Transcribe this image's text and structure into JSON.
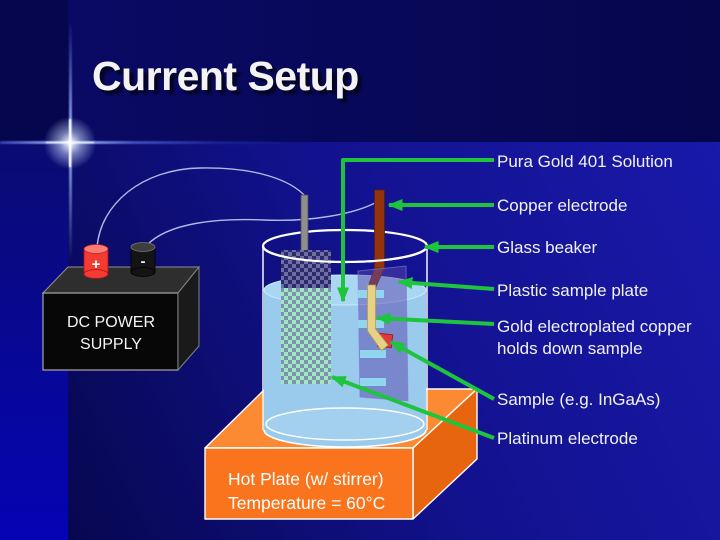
{
  "slide": {
    "title": "Current Setup"
  },
  "power_supply": {
    "label_line1": "DC POWER",
    "label_line2": "SUPPLY",
    "positive_terminal": "+",
    "negative_terminal": "-"
  },
  "hot_plate": {
    "line1": "Hot Plate (w/ stirrer)",
    "line2": "Temperature = 60°C"
  },
  "callouts": {
    "solution": "Pura Gold 401 Solution",
    "copper_electrode": "Copper electrode",
    "glass_beaker": "Glass beaker",
    "plastic_plate": "Plastic sample plate",
    "gold_copper_line1": "Gold electroplated copper",
    "gold_copper_line2": "holds down sample",
    "sample": "Sample (e.g. InGaAs)",
    "platinum_electrode": "Platinum electrode"
  },
  "colors": {
    "arrow_green": "#1EC43C",
    "solution_blue": "#9ACBEC",
    "hot_plate_orange": "#F9741C",
    "copper_brown": "#93330D",
    "gold_strip": "#E5D285",
    "sample_red": "#E03A40",
    "background_blue": "#12128F"
  }
}
